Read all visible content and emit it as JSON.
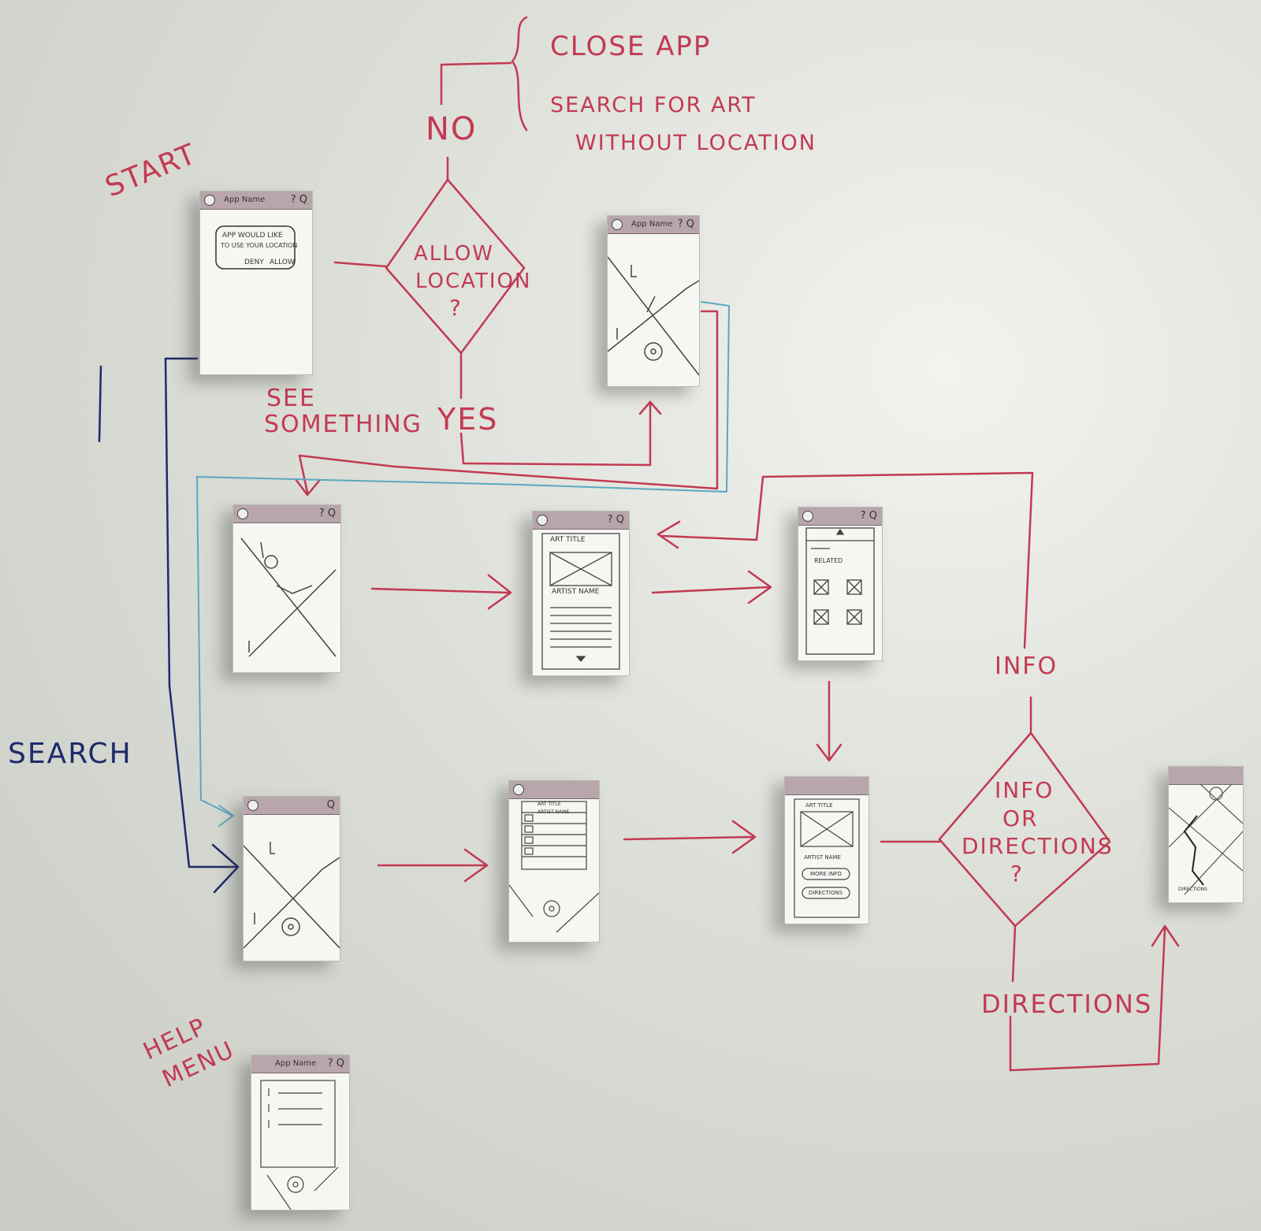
{
  "colors": {
    "marker_red": "#c23a52",
    "marker_navy": "#1e2a6b",
    "marker_teal": "#5aa8c0",
    "card_header": "#b8a6ac"
  },
  "labels": {
    "start": "START",
    "no": "NO",
    "close_app": "CLOSE APP",
    "search_without_1": "SEARCH FOR ART",
    "search_without_2": "WITHOUT LOCATION",
    "allow_1": "ALLOW",
    "allow_2": "LOCATION",
    "allow_3": "?",
    "yes": "YES",
    "see_1": "SEE",
    "see_2": "SOMETHING",
    "search": "SEARCH",
    "info": "INFO",
    "info_or_1": "INFO",
    "info_or_2": "OR",
    "info_or_3": "DIRECTIONS",
    "info_or_4": "?",
    "directions": "DIRECTIONS",
    "help_1": "HELP",
    "help_2": "MENU"
  },
  "cards": {
    "permission": {
      "app_name": "App Name",
      "icons": "? Q",
      "line1": "APP WOULD LIKE",
      "line2": "TO USE YOUR LOCATION",
      "deny": "DENY",
      "allow": "ALLOW"
    },
    "map_top": {
      "app_name": "App Name",
      "icons": "? Q"
    },
    "map_mid": {
      "icons": "? Q"
    },
    "art_detail": {
      "icons": "? Q",
      "title": "ART TITLE",
      "artist": "ARTIST NAME"
    },
    "related": {
      "icons": "? Q",
      "related": "RELATED"
    },
    "search_map": {
      "icons": "Q"
    },
    "results": {
      "r1": "ART TITLE",
      "r2": "ARTIST NAME"
    },
    "detail_actions": {
      "title": "ART TITLE",
      "artist": "ARTIST NAME",
      "more": "MORE INFO",
      "directions": "DIRECTIONS"
    },
    "route": {
      "label": "DIRECTIONS"
    },
    "help": {
      "app_name": "App Name",
      "icons": "? Q"
    }
  }
}
